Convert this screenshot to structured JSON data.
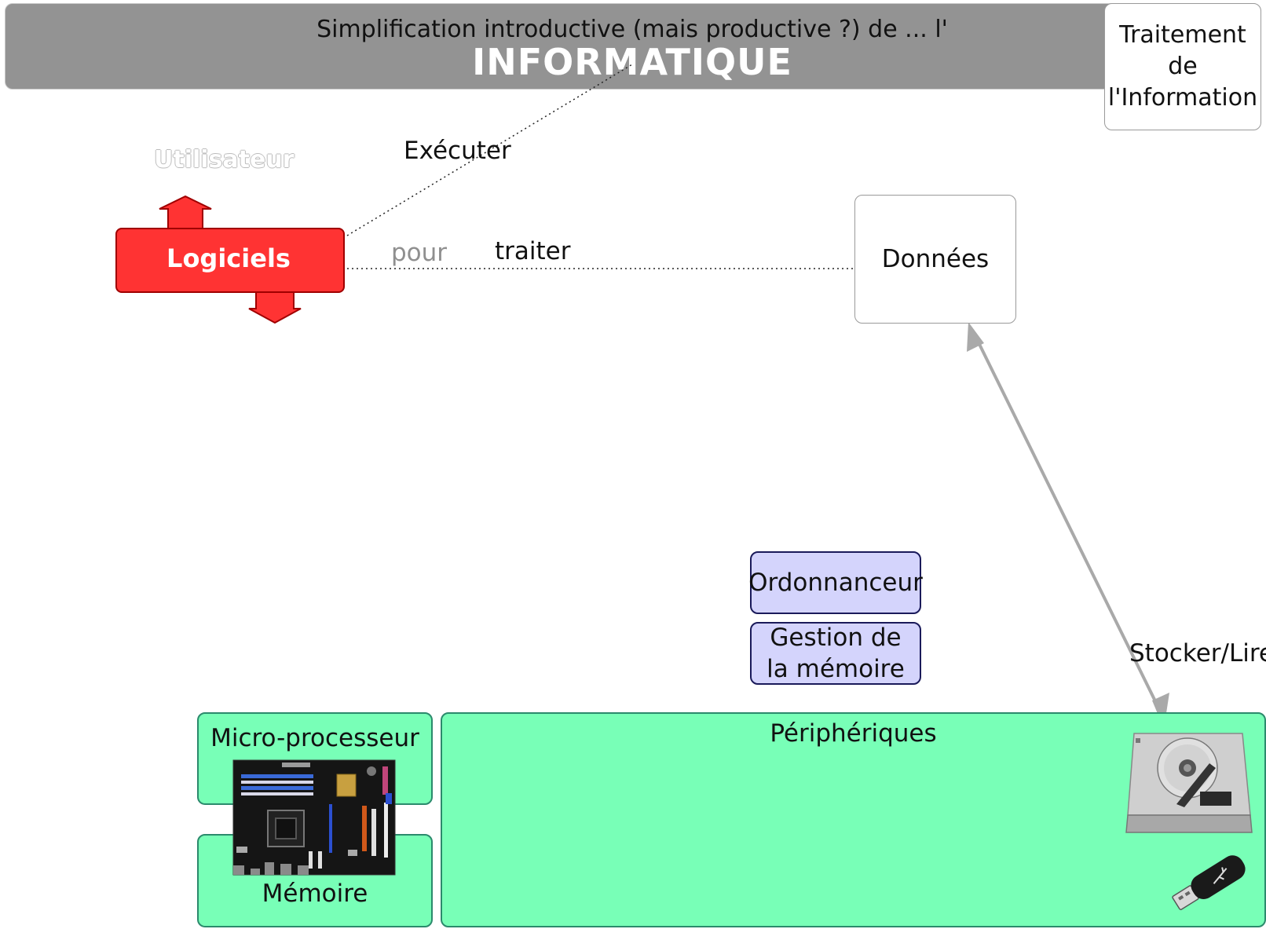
{
  "header": {
    "subtitle": "Simplification introductive (mais productive ?) de ... l'",
    "title": "INFORMATIQUE"
  },
  "traitement": {
    "lines": [
      "Traitement",
      "de",
      "l'Information"
    ]
  },
  "utilisateur_label": "Utilisateur",
  "logiciels_label": "Logiciels",
  "executer_label": "Exécuter",
  "pour_label": "pour",
  "traiter_label": "traiter",
  "donnees_label": "Données",
  "ordonnanceur_label": "Ordonnanceur",
  "gestion_memoire": {
    "line1": "Gestion de",
    "line2": "la mémoire"
  },
  "microprocesseur_label": "Micro-processeur",
  "memoire_label": "Mémoire",
  "peripheriques_label": "Périphériques",
  "stocker_lire_label": "Stocker/Lire",
  "colors": {
    "header_bg": "#939393",
    "logiciels_red": "#ff3333",
    "os_box_fill": "#d4d4fc",
    "hardware_green": "#78ffb7"
  },
  "icons": [
    "motherboard-icon",
    "hard-drive-icon",
    "usb-key-icon"
  ]
}
